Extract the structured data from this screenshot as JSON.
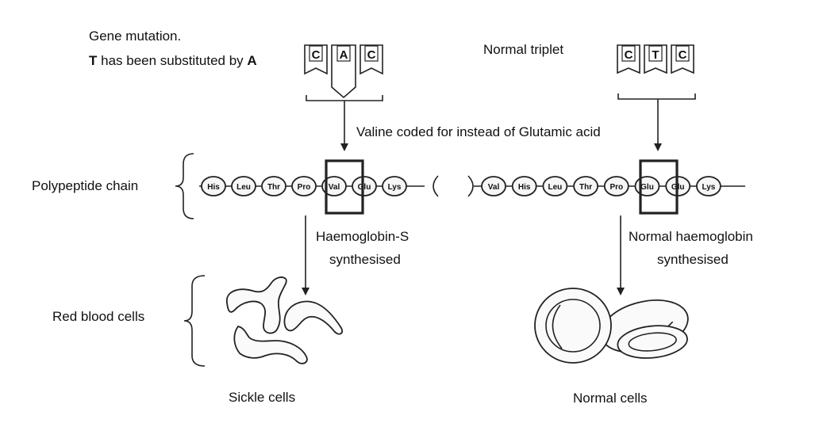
{
  "labels": {
    "mutation_line1": "Gene mutation.",
    "mutation_T": "T",
    "mutation_mid": " has been substituted by ",
    "mutation_A": "A",
    "normal_triplet": "Normal triplet",
    "valine_note": "Valine coded for instead of Glutamic acid",
    "polypeptide": "Polypeptide chain",
    "hbs_line1": "Haemoglobin-S",
    "hbs_line2": "synthesised",
    "normal_hb_line1": "Normal haemoglobin",
    "normal_hb_line2": "synthesised",
    "rbc": "Red blood cells",
    "sickle": "Sickle cells",
    "normal_cells": "Normal cells"
  },
  "mutant_triplet": [
    "C",
    "A",
    "C"
  ],
  "normal_triplet_bases": [
    "C",
    "T",
    "C"
  ],
  "mutant_chain": [
    "His",
    "Leu",
    "Thr",
    "Pro",
    "Val",
    "Glu",
    "Lys"
  ],
  "normal_chain": [
    "Val",
    "His",
    "Leu",
    "Thr",
    "Pro",
    "Glu",
    "Glu",
    "Lys"
  ],
  "icons": {
    "arrow": "arrow-down-icon",
    "brace": "left-brace-icon"
  }
}
